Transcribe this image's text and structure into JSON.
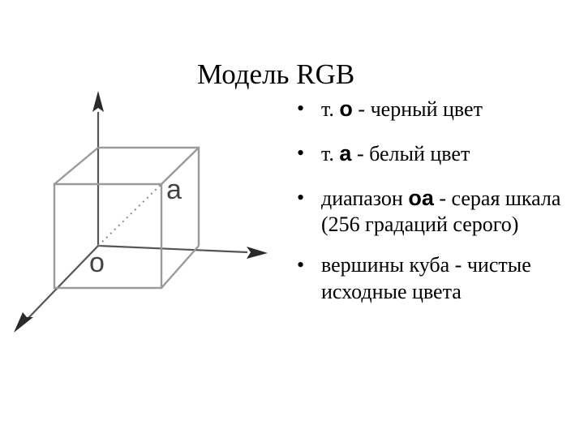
{
  "title": "Модель RGB",
  "diagram": {
    "point_o_label": "o",
    "point_a_label": "a"
  },
  "bullets": [
    {
      "prefix": "т. ",
      "emphasis": "o",
      "suffix": " - черный цвет"
    },
    {
      "prefix": "т. ",
      "emphasis": "а",
      "suffix": " - белый цвет"
    },
    {
      "prefix": "диапазон ",
      "emphasis": "oa",
      "suffix": " - серая шкала (256 градаций серого)"
    },
    {
      "prefix": "вершины куба - чистые исходные цвета",
      "emphasis": "",
      "suffix": ""
    }
  ]
}
